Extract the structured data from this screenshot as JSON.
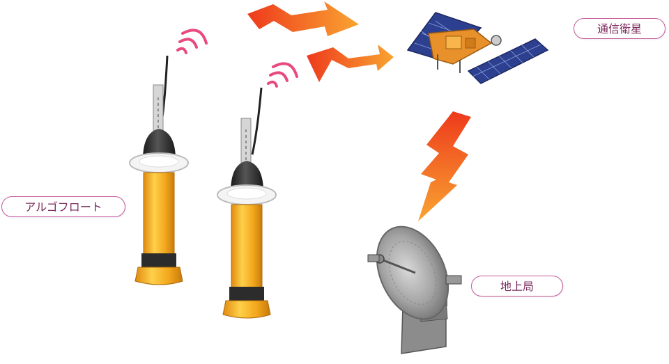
{
  "labels": {
    "argo_float": "アルゴフロート",
    "satellite": "通信衛星",
    "ground_station": "地上局"
  },
  "colors": {
    "label_border": "#c4579a",
    "label_text": "#7a2a5c",
    "float_body": "#f3a81d",
    "float_cap": "#2c2c2c",
    "signal_arc": "#e84a7f",
    "bolt_start": "#ee3a1c",
    "bolt_end": "#f9a431",
    "panel_blue": "#2d3f8f",
    "satellite_body": "#e8912a",
    "dish_gray": "#9a9a9a"
  },
  "icons": [
    "argo-float-illustration",
    "signal-waves-icon",
    "lightning-bolt-arrow-icon",
    "satellite-illustration",
    "satellite-dish-illustration"
  ]
}
